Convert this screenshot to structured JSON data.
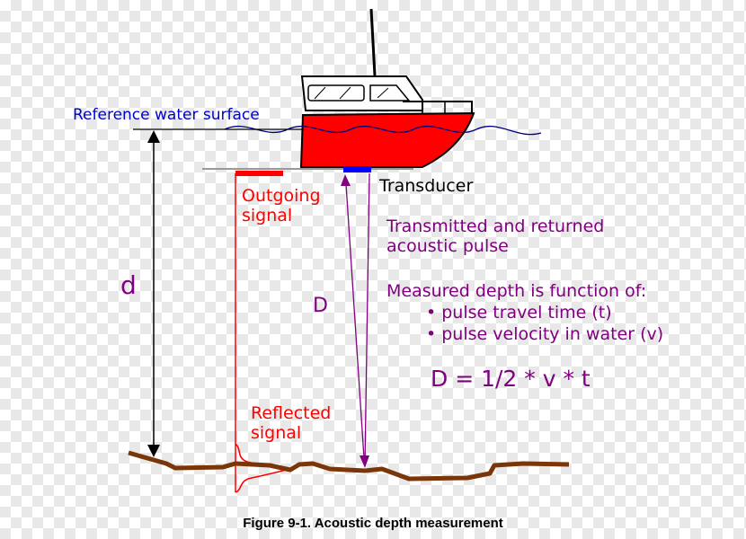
{
  "labels": {
    "reference_surface": "Reference water surface",
    "transducer": "Transducer",
    "outgoing_line1": "Outgoing",
    "outgoing_line2": "signal",
    "reflected_line1": "Reflected",
    "reflected_line2": "signal",
    "d_lower": "d",
    "d_upper": "D",
    "pulse_line1": "Transmitted and returned",
    "pulse_line2": "acoustic pulse",
    "measured_heading": "Measured depth is function of:",
    "bullets": [
      "pulse travel time (t)",
      "pulse velocity in water (v)"
    ],
    "formula": "D = 1/2 * v * t"
  },
  "caption": "Figure 9-1. Acoustic depth measurement",
  "colors": {
    "hull": "#ff0000",
    "transducer": "#0000ff",
    "reference_text": "#0000cc",
    "signal": "#ff0000",
    "pulse": "#800080",
    "seabed": "#7a3608",
    "water": "#000080",
    "text": "#000000"
  }
}
